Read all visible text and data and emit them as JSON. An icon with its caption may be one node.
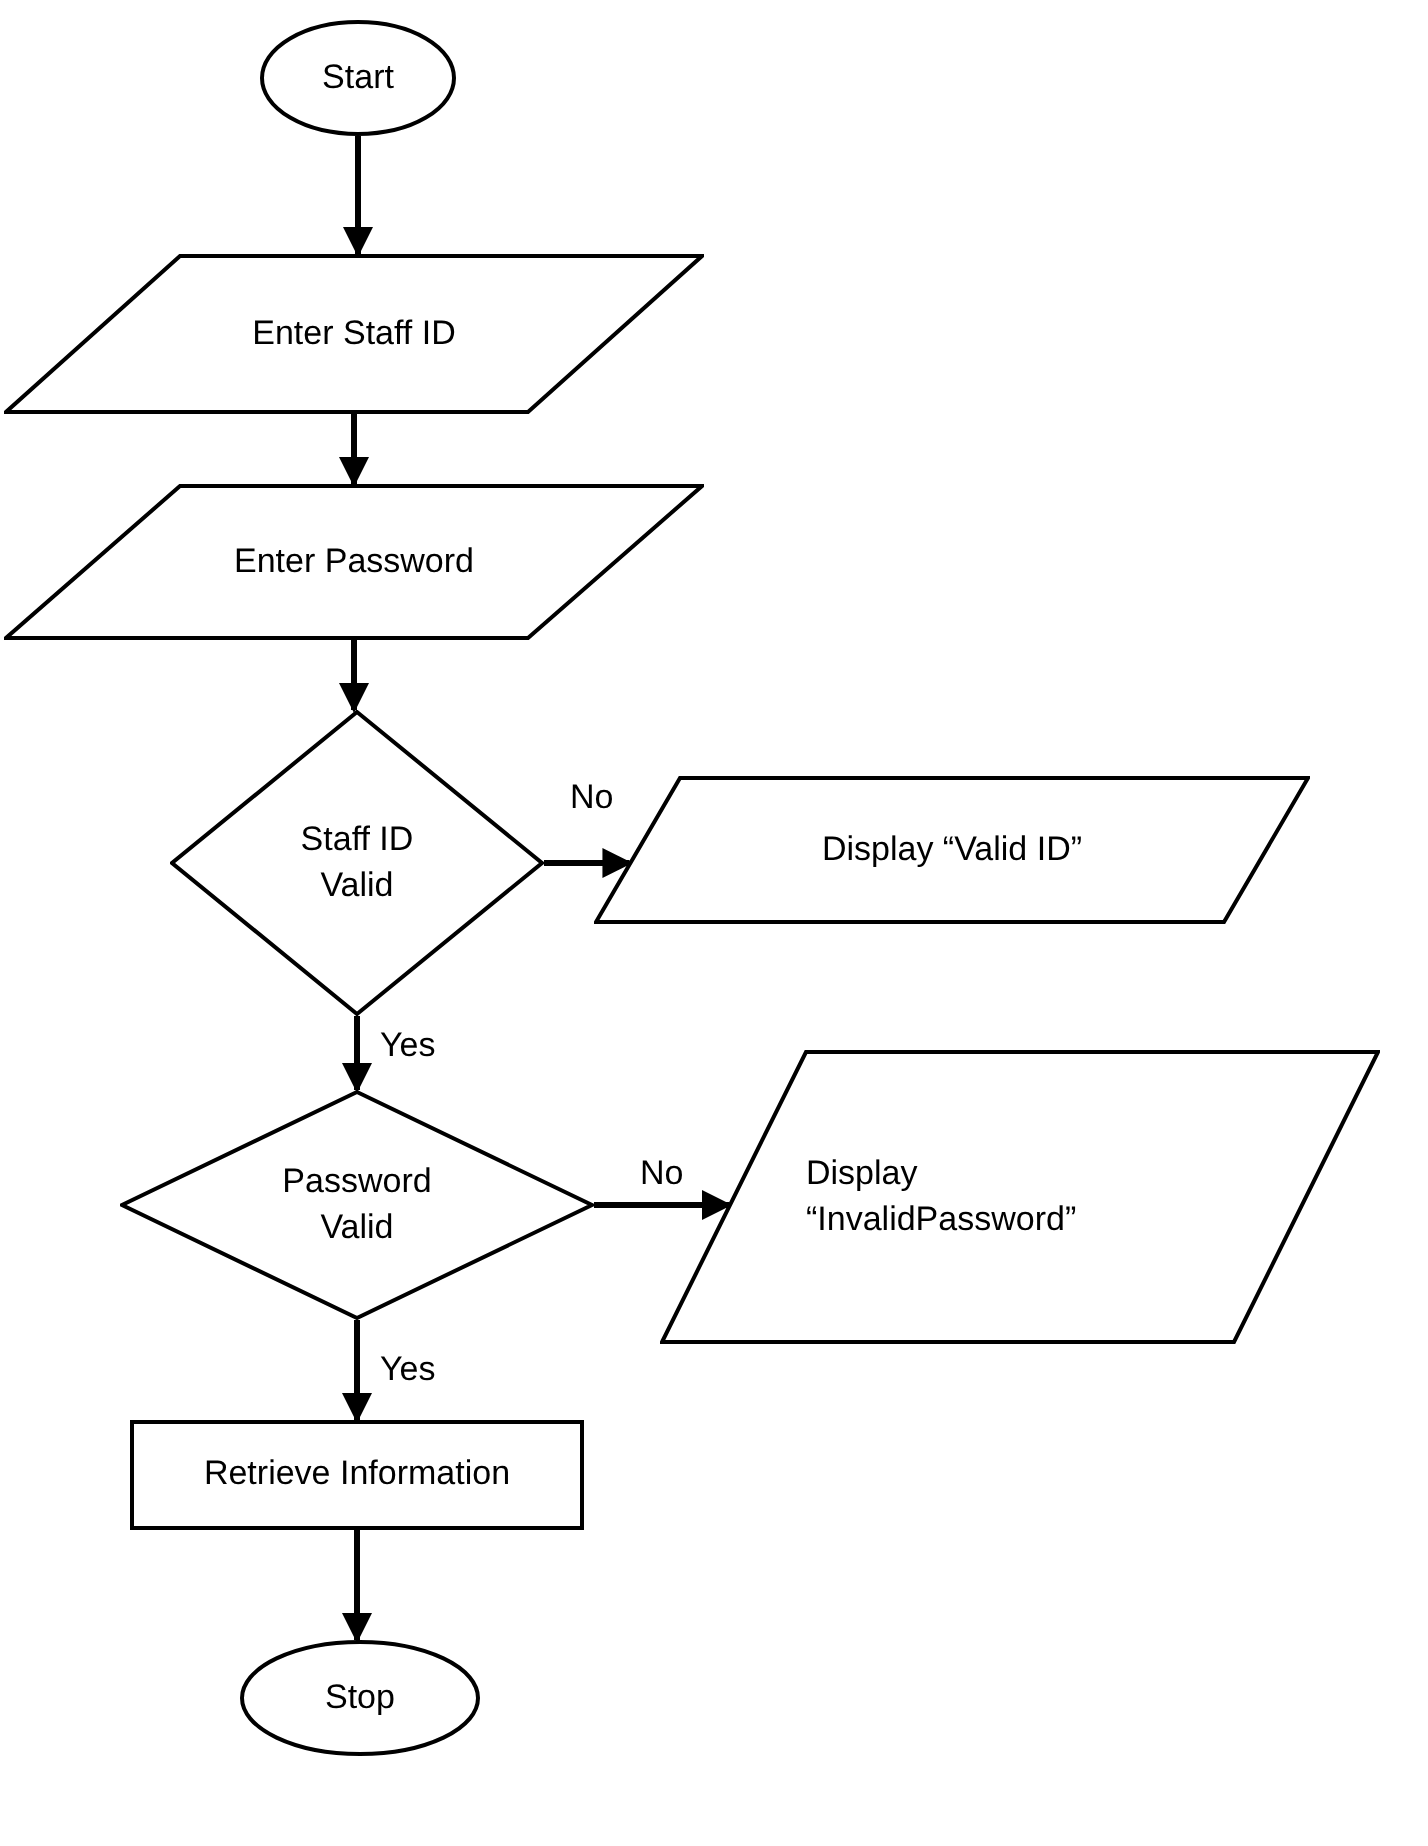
{
  "diagram": {
    "nodes": [
      {
        "text": [
          "Start"
        ]
      },
      {
        "text": [
          "Enter Staff ID"
        ]
      },
      {
        "text": [
          "Enter Password"
        ]
      },
      {
        "text": [
          "Staff ID Valid"
        ]
      },
      {
        "text": [
          "Display “Valid ID”"
        ]
      },
      {
        "text": [
          "Password Valid"
        ]
      },
      {
        "text": [
          "Display “InvalidPassword”"
        ]
      },
      {
        "text": [
          "Retrieve Information"
        ]
      },
      {
        "text": [
          "Stop"
        ]
      }
    ],
    "edges": [
      {
        "from": 0,
        "to": 1,
        "arrow": "to"
      },
      {
        "from": 1,
        "to": 2,
        "arrow": "to"
      },
      {
        "from": 2,
        "to": 3,
        "arrow": "to"
      },
      {
        "from": 3,
        "to": 4,
        "arrow": "to",
        "label": "No"
      },
      {
        "from": 3,
        "to": 5,
        "arrow": "to",
        "label": "Yes"
      },
      {
        "from": 5,
        "to": 6,
        "arrow": "to",
        "label": "No"
      },
      {
        "from": 5,
        "to": 7,
        "arrow": "to",
        "label": "Yes"
      },
      {
        "from": 7,
        "to": 8,
        "arrow": "to"
      }
    ]
  }
}
